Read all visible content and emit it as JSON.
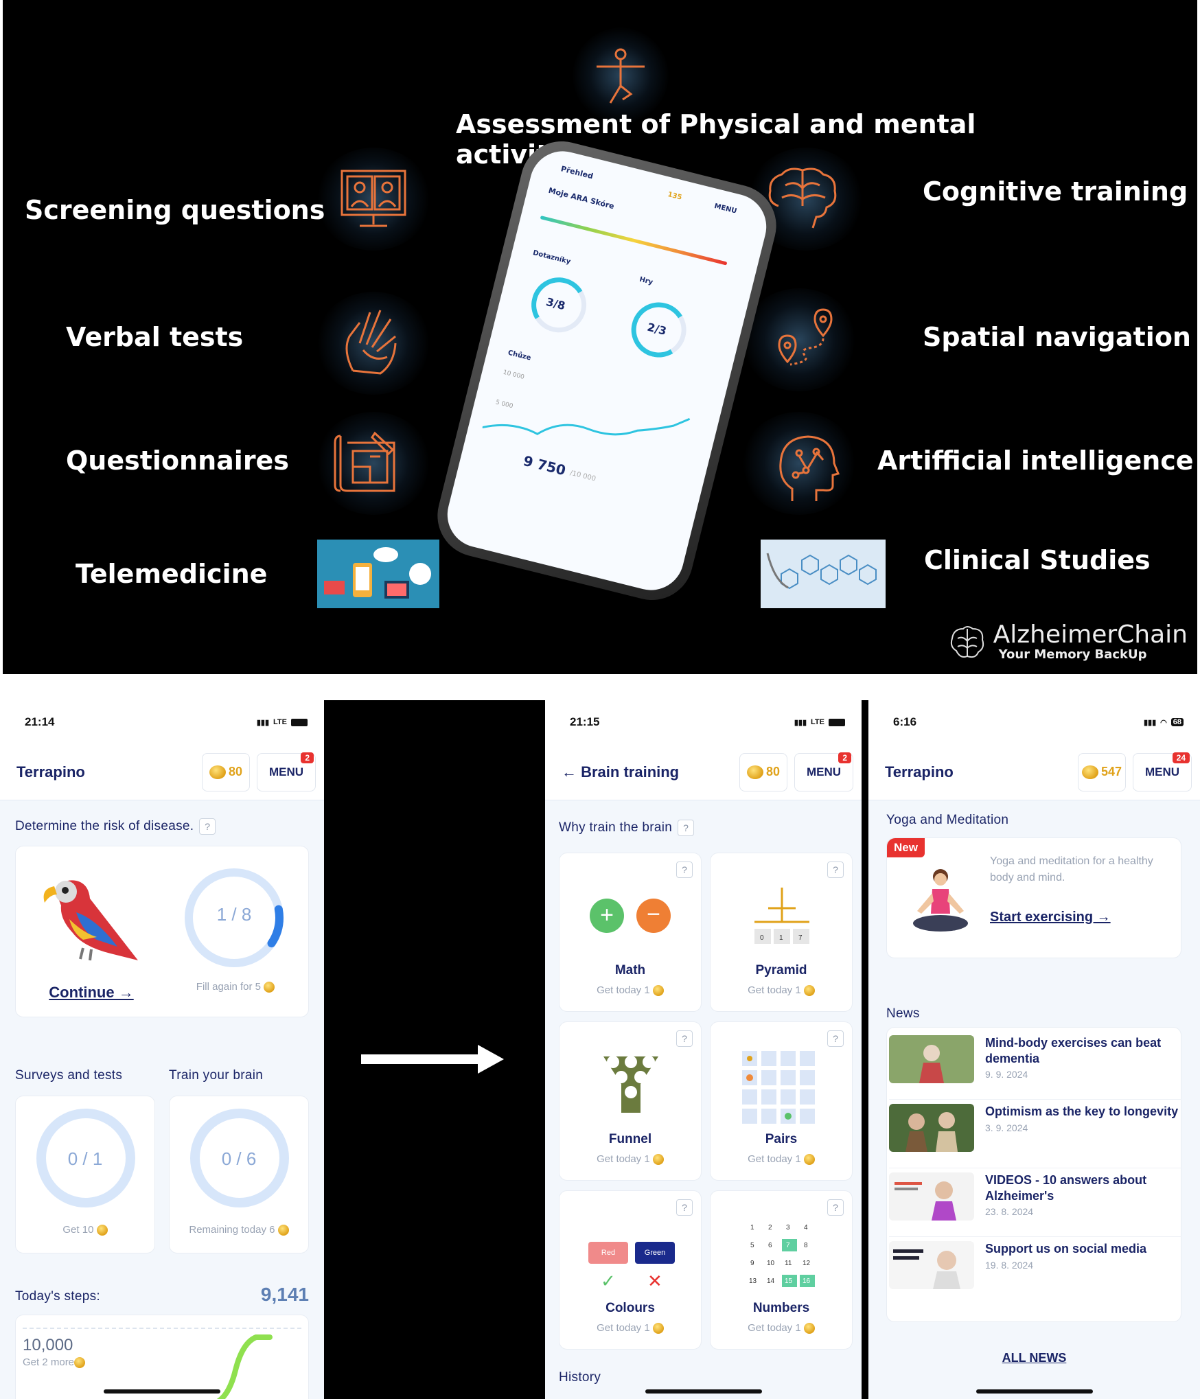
{
  "hero": {
    "features": {
      "assessment": "Assessment of  Physical and mental",
      "assessment2": "activity",
      "screening": "Screening questions",
      "verbal": "Verbal tests",
      "questionnaires": "Questionnaires",
      "telemedicine": "Telemedicine",
      "cognitive": "Cognitive training",
      "spatial": "Spatial navigation",
      "ai": "Artifficial intelligence",
      "clinical": "Clinical Studies"
    },
    "phone": {
      "overview": "Přehled",
      "coins": "135",
      "menu": "MENU",
      "score_label": "Moje ARA Skóre",
      "questionnaires": "Dotazníky",
      "games": "Hry",
      "q_progress": "3/8",
      "g_progress": "2/3",
      "walking": "Chůze",
      "tick_10000": "10 000",
      "tick_5000": "5 000",
      "steps": "9 750",
      "steps_goal": "/10 000"
    },
    "logo": {
      "name": "AlzheimerChain",
      "tagline": "Your Memory BackUp"
    }
  },
  "screen1": {
    "time": "21:14",
    "network": "LTE",
    "title": "Terrapino",
    "coins": "80",
    "menu": "MENU",
    "badge": "2",
    "risk_title": "Determine the risk of disease.",
    "help": "?",
    "continue": "Continue →",
    "risk_progress": "1 / 8",
    "risk_fraction": 0.125,
    "fill_again": "Fill again for 5",
    "surveys_title": "Surveys and tests",
    "brain_title": "Train your brain",
    "surveys_progress": "0 / 1",
    "surveys_sub": "Get 10",
    "brain_progress": "0 / 6",
    "brain_sub": "Remaining today 6",
    "steps_label": "Today's steps:",
    "steps_value": "9,141",
    "steps_tick": "10,000",
    "steps_tick_sub": "Get 2 more"
  },
  "screen2": {
    "time": "21:15",
    "network": "LTE",
    "title": "← Brain training",
    "coins": "80",
    "menu": "MENU",
    "badge": "2",
    "why_title": "Why train the brain",
    "help": "?",
    "tiles": [
      {
        "name": "Math",
        "sub": "Get today 1"
      },
      {
        "name": "Pyramid",
        "sub": "Get today 1"
      },
      {
        "name": "Funnel",
        "sub": "Get today 1"
      },
      {
        "name": "Pairs",
        "sub": "Get today 1"
      },
      {
        "name": "Colours",
        "sub": "Get today 1"
      },
      {
        "name": "Numbers",
        "sub": "Get today 1"
      }
    ],
    "colours_red": "Red",
    "colours_green": "Green",
    "history": "History"
  },
  "screen3": {
    "time": "6:16",
    "battery": "68",
    "title": "Terrapino",
    "coins": "547",
    "menu": "MENU",
    "badge": "24",
    "yoga_title": "Yoga and Meditation",
    "new_badge": "New",
    "yoga_desc": "Yoga and meditation for a healthy body and mind.",
    "start": "Start exercising →",
    "news_title": "News",
    "news": [
      {
        "title": "Mind-body exercises can beat dementia",
        "date": "9. 9. 2024"
      },
      {
        "title": "Optimism as the key to longevity",
        "date": "3. 9. 2024"
      },
      {
        "title": "VIDEOS - 10 answers about Alzheimer's",
        "date": "23. 8. 2024"
      },
      {
        "title": "Support us on social media",
        "date": "19. 8. 2024"
      }
    ],
    "all_news": "ALL NEWS"
  },
  "colors": {
    "brand": "#1a2466",
    "accent_orange": "#e8743b",
    "ring": "#d7e6fa",
    "ring_active": "#2f7ee6",
    "coin": "#e0a21a",
    "badge": "#e8322f"
  }
}
